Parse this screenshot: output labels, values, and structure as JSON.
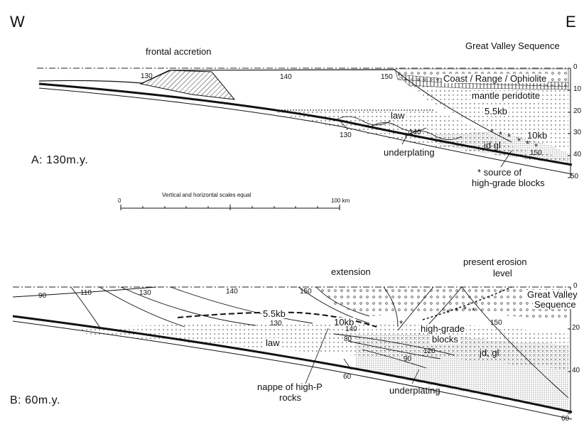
{
  "compass": {
    "west": "W",
    "east": "E"
  },
  "panel_a": {
    "label": "A: 130m.y.",
    "frontal_accretion": "frontal accretion",
    "great_valley": "Great Valley Sequence",
    "coast_range": "Coast / Range / Ophiolite",
    "mantle": "mantle peridotite",
    "pressure_low": "5.5kb",
    "pressure_high": "10kb",
    "law": "law",
    "underplating": "underplating",
    "jd_gl": "jd  gl",
    "source_line1": "* source of",
    "source_line2": "high-grade blocks",
    "ages": {
      "a130": "130",
      "a140": "140",
      "a150": "150",
      "a130b": "130",
      "a140b": "140",
      "a150b": "150"
    },
    "depth": [
      "0",
      "10",
      "20",
      "30",
      "40",
      "50"
    ]
  },
  "scale": {
    "title": "Vertical and horizontal scales equal",
    "zero": "0",
    "end": "100 km"
  },
  "panel_b": {
    "label": "B: 60m.y.",
    "extension": "extension",
    "erosion_line1": "present erosion",
    "erosion_line2": "level",
    "great_valley_line1": "Great Valley",
    "great_valley_line2": "Sequence",
    "pressure_low": "5.5kb",
    "pressure_high": "10kb",
    "law": "law",
    "high_grade_line1": "high-grade",
    "high_grade_line2": "blocks",
    "jd_gl": "jd, gl",
    "nappe_line1": "nappe of high-P",
    "nappe_line2": "rocks",
    "underplating": "underplating",
    "ages": {
      "a90": "90",
      "a110": "110",
      "a130": "130",
      "a140": "140",
      "a150": "150",
      "a130b": "130",
      "a140b": "140",
      "a80": "80",
      "a90b": "90",
      "a120": "120",
      "a60": "60",
      "a150b": "150"
    },
    "depth": [
      "0",
      "20",
      "40",
      "60"
    ]
  }
}
